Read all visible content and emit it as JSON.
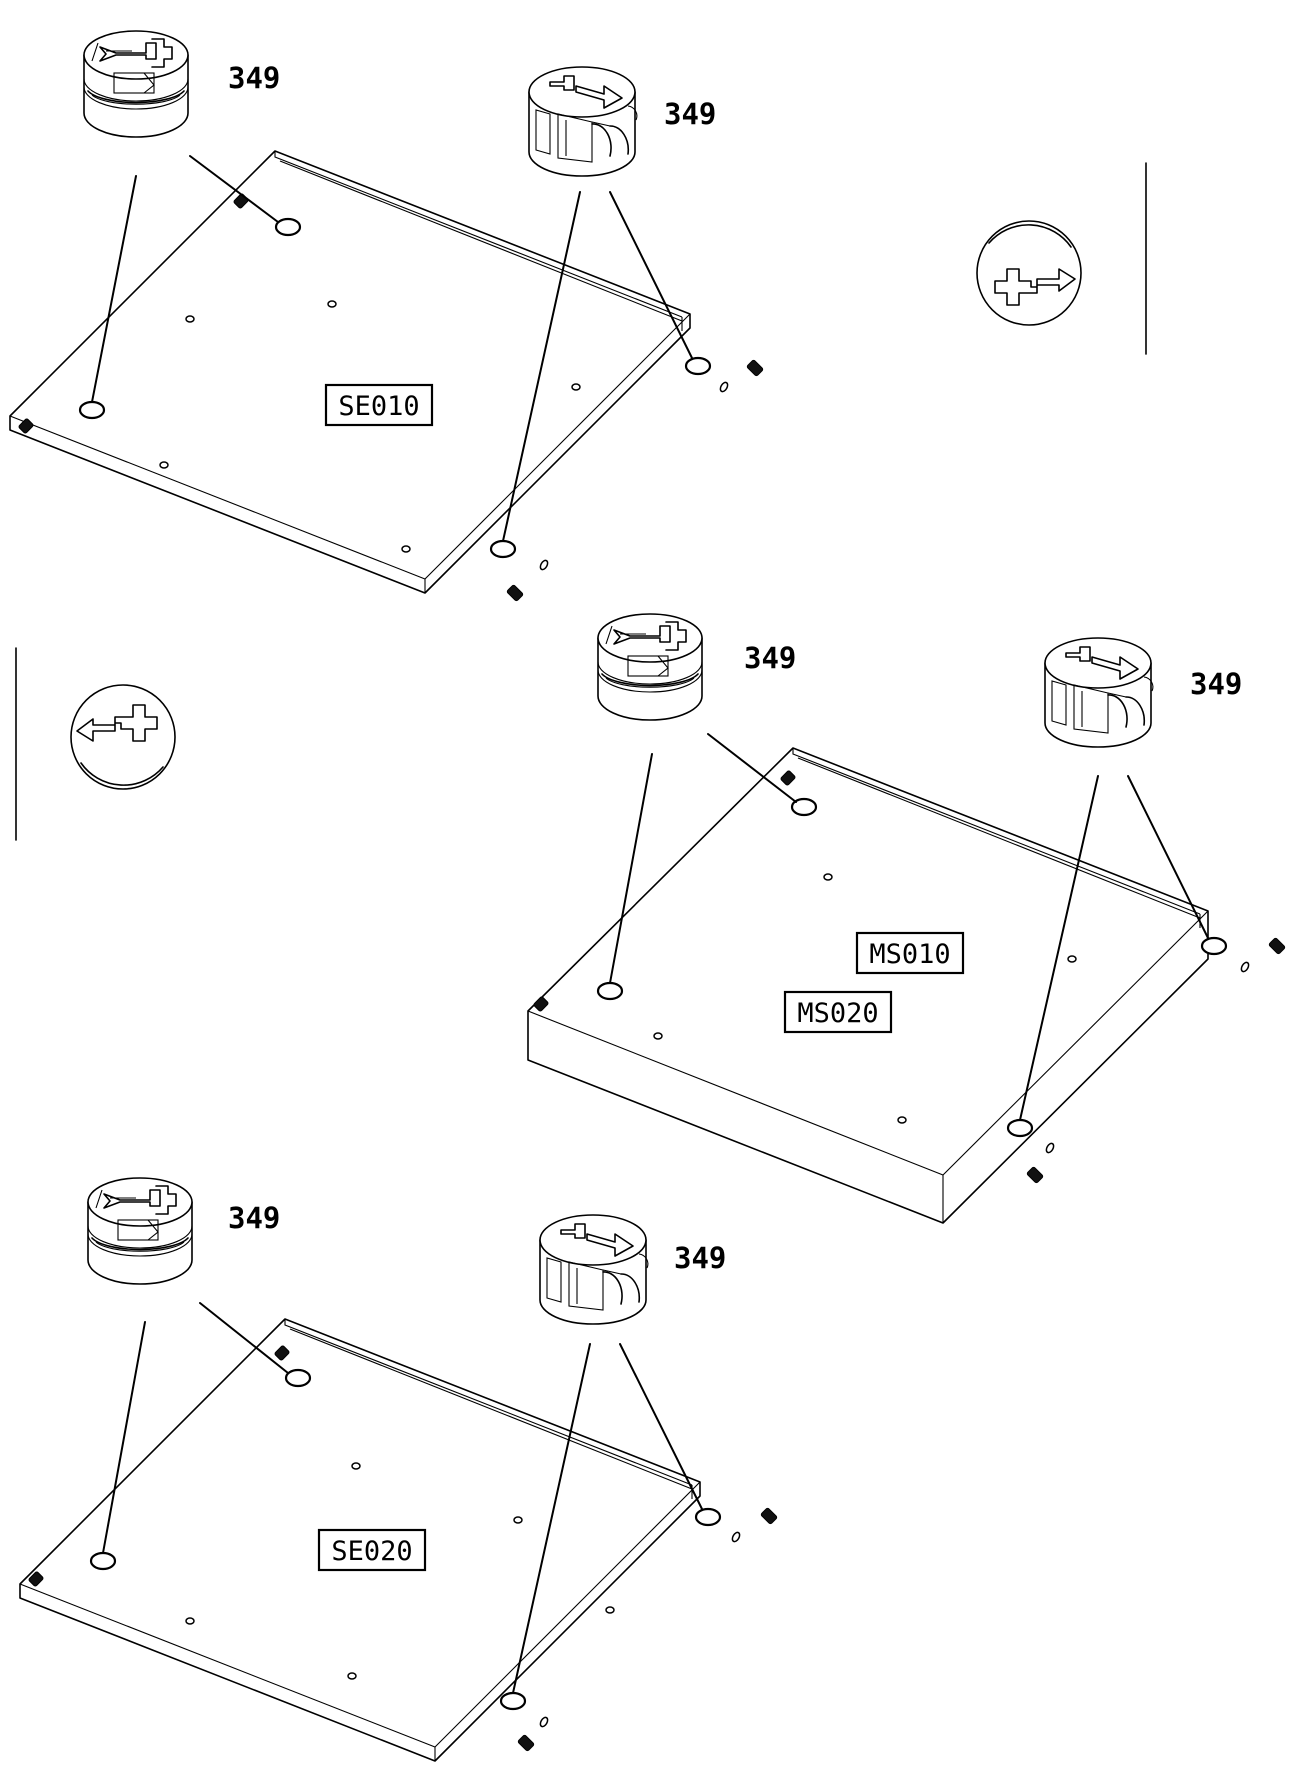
{
  "part_number": "349",
  "panels": [
    {
      "id": "SE010",
      "labels": [
        "SE010"
      ]
    },
    {
      "id": "MS010",
      "labels": [
        "MS010",
        "MS020"
      ]
    },
    {
      "id": "SE020",
      "labels": [
        "SE020"
      ]
    }
  ],
  "callouts": [
    {
      "panel": 0,
      "style": "eccentric",
      "label": "349"
    },
    {
      "panel": 0,
      "style": "open",
      "label": "349"
    },
    {
      "panel": 1,
      "style": "eccentric",
      "label": "349"
    },
    {
      "panel": 1,
      "style": "open",
      "label": "349"
    },
    {
      "panel": 2,
      "style": "eccentric",
      "label": "349"
    },
    {
      "panel": 2,
      "style": "open",
      "label": "349"
    }
  ],
  "orientation_icons": [
    {
      "direction": "right",
      "side": "top-right"
    },
    {
      "direction": "left",
      "side": "middle-left"
    }
  ],
  "colors": {
    "line": "#000000",
    "background": "#ffffff",
    "dowel": "#111111"
  }
}
